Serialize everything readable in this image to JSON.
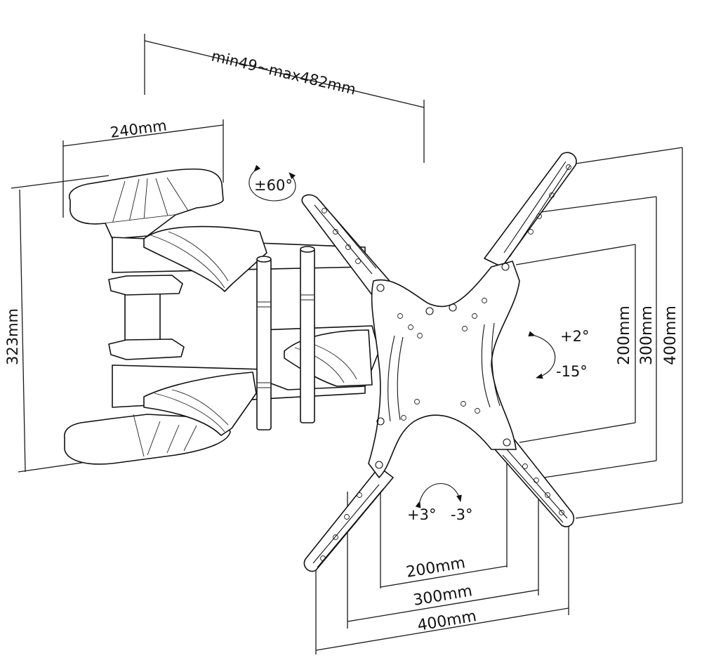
{
  "diagram": {
    "subject": "Full-motion TV wall mount, dimensioned line drawing",
    "dimensions": {
      "arm_extension": "min49~max482mm",
      "wall_plate_width": "240mm",
      "wall_plate_height": "323mm",
      "vesa_vertical": [
        "200mm",
        "300mm",
        "400mm"
      ],
      "vesa_horizontal": [
        "200mm",
        "300mm",
        "400mm"
      ]
    },
    "angles": {
      "swivel": "±60°",
      "tilt_up": "+2°",
      "tilt_down": "-15°",
      "rotate_left": "+3°",
      "rotate_right": "-3°"
    },
    "colors": {
      "line": "#111111",
      "background": "#ffffff"
    }
  }
}
